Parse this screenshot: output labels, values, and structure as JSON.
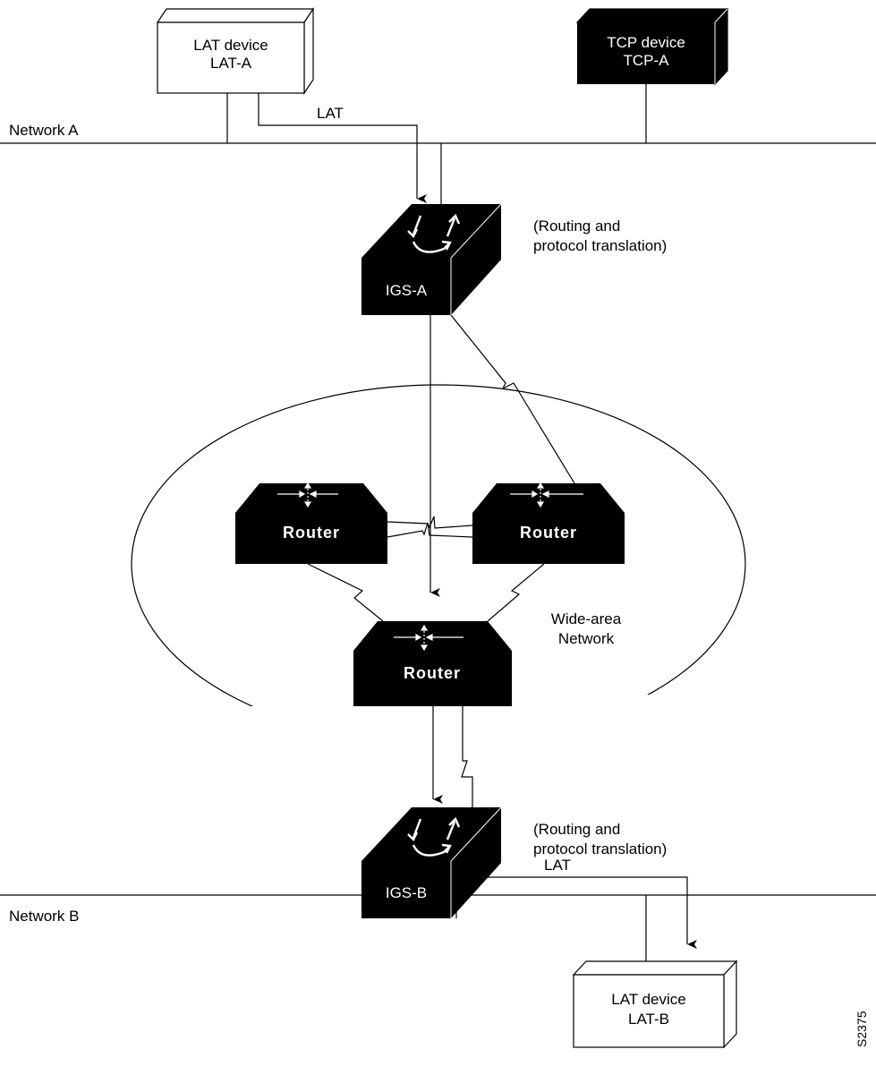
{
  "devices": {
    "lat_a": {
      "line1": "LAT device",
      "line2": "LAT-A"
    },
    "tcp_a": {
      "line1": "TCP device",
      "line2": "TCP-A"
    },
    "lat_b": {
      "line1": "LAT device",
      "line2": "LAT-B"
    }
  },
  "networks": {
    "a": "Network A",
    "b": "Network B"
  },
  "links": {
    "lat_top": "LAT",
    "lat_bottom": "LAT"
  },
  "igs_a": {
    "name": "IGS-A",
    "note_line1": "(Routing and",
    "note_line2": "protocol translation)"
  },
  "igs_b": {
    "name": "IGS-B",
    "note_line1": "(Routing and",
    "note_line2": "protocol translation)"
  },
  "wan": {
    "line1": "Wide-area",
    "line2": "Network"
  },
  "routers": {
    "left": "Router",
    "right": "Router",
    "bottom": "Router"
  },
  "figure_id": "S2375"
}
